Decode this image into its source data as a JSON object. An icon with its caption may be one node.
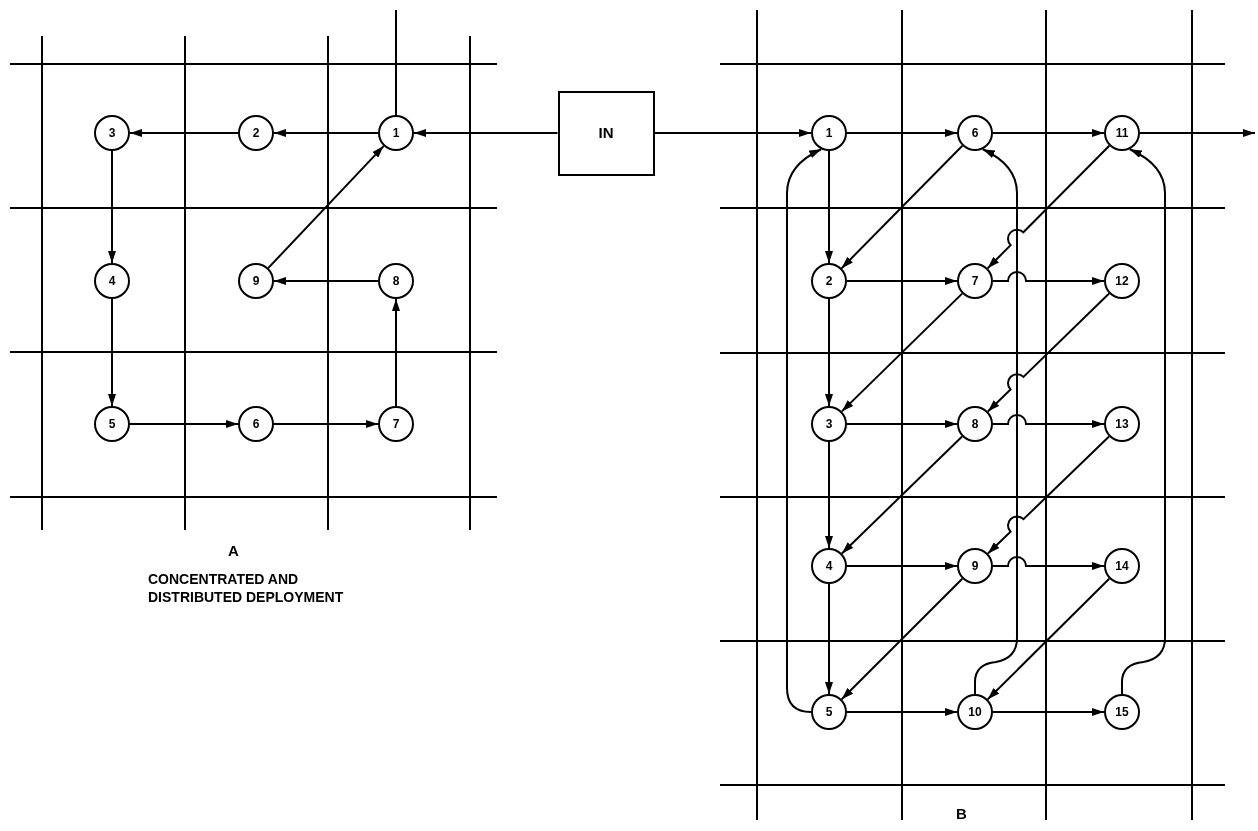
{
  "diagram": {
    "caption": "CONCENTRATED AND DISTRIBUTED DEPLOYMENT",
    "nodes": [
      {
        "text": [
          "IN"
        ]
      },
      {
        "text": [
          "1"
        ]
      },
      {
        "text": [
          "2"
        ]
      },
      {
        "text": [
          "3"
        ]
      },
      {
        "text": [
          "4"
        ]
      },
      {
        "text": [
          "5"
        ]
      },
      {
        "text": [
          "6"
        ]
      },
      {
        "text": [
          "7"
        ]
      },
      {
        "text": [
          "8"
        ]
      },
      {
        "text": [
          "9"
        ]
      },
      {
        "text": [
          "1"
        ]
      },
      {
        "text": [
          "2"
        ]
      },
      {
        "text": [
          "3"
        ]
      },
      {
        "text": [
          "4"
        ]
      },
      {
        "text": [
          "5"
        ]
      },
      {
        "text": [
          "6"
        ]
      },
      {
        "text": [
          "7"
        ]
      },
      {
        "text": [
          "8"
        ]
      },
      {
        "text": [
          "9"
        ]
      },
      {
        "text": [
          "10"
        ]
      },
      {
        "text": [
          "11"
        ]
      },
      {
        "text": [
          "12"
        ]
      },
      {
        "text": [
          "13"
        ]
      },
      {
        "text": [
          "14"
        ]
      },
      {
        "text": [
          "15"
        ]
      }
    ],
    "edges": [
      {
        "from": 0,
        "to": 1,
        "arrow": "to"
      },
      {
        "from": 1,
        "to": null,
        "arrow": "none"
      },
      {
        "from": 1,
        "to": 2,
        "arrow": "to"
      },
      {
        "from": 2,
        "to": 3,
        "arrow": "to"
      },
      {
        "from": 3,
        "to": 4,
        "arrow": "to"
      },
      {
        "from": 4,
        "to": 5,
        "arrow": "to"
      },
      {
        "from": 5,
        "to": 6,
        "arrow": "to"
      },
      {
        "from": 6,
        "to": 7,
        "arrow": "to"
      },
      {
        "from": 7,
        "to": 8,
        "arrow": "to"
      },
      {
        "from": 8,
        "to": 9,
        "arrow": "to"
      },
      {
        "from": 9,
        "to": 1,
        "arrow": "to"
      },
      {
        "from": 0,
        "to": 10,
        "arrow": "to"
      },
      {
        "from": 10,
        "to": 15,
        "arrow": "to"
      },
      {
        "from": 15,
        "to": 20,
        "arrow": "to"
      },
      {
        "from": 20,
        "to": null,
        "arrow": "to"
      },
      {
        "from": 10,
        "to": 11,
        "arrow": "to"
      },
      {
        "from": 11,
        "to": 12,
        "arrow": "to"
      },
      {
        "from": 12,
        "to": 13,
        "arrow": "to"
      },
      {
        "from": 13,
        "to": 14,
        "arrow": "to"
      },
      {
        "from": 15,
        "to": 11,
        "arrow": "to"
      },
      {
        "from": 11,
        "to": 16,
        "arrow": "to"
      },
      {
        "from": 20,
        "to": 16,
        "arrow": "to"
      },
      {
        "from": 16,
        "to": 21,
        "arrow": "to"
      },
      {
        "from": 16,
        "to": 12,
        "arrow": "to"
      },
      {
        "from": 12,
        "to": 17,
        "arrow": "to"
      },
      {
        "from": 21,
        "to": 17,
        "arrow": "to"
      },
      {
        "from": 17,
        "to": 22,
        "arrow": "to"
      },
      {
        "from": 17,
        "to": 13,
        "arrow": "to"
      },
      {
        "from": 13,
        "to": 18,
        "arrow": "to"
      },
      {
        "from": 22,
        "to": 18,
        "arrow": "to"
      },
      {
        "from": 18,
        "to": 23,
        "arrow": "to"
      },
      {
        "from": 18,
        "to": 14,
        "arrow": "to"
      },
      {
        "from": 14,
        "to": 19,
        "arrow": "to"
      },
      {
        "from": 23,
        "to": 19,
        "arrow": "to"
      },
      {
        "from": 19,
        "to": 24,
        "arrow": "to"
      },
      {
        "from": 14,
        "to": 10,
        "arrow": "to"
      },
      {
        "from": 19,
        "to": 15,
        "arrow": "to"
      },
      {
        "from": 24,
        "to": 20,
        "arrow": "to"
      }
    ],
    "labels": [
      "A",
      "B"
    ]
  }
}
